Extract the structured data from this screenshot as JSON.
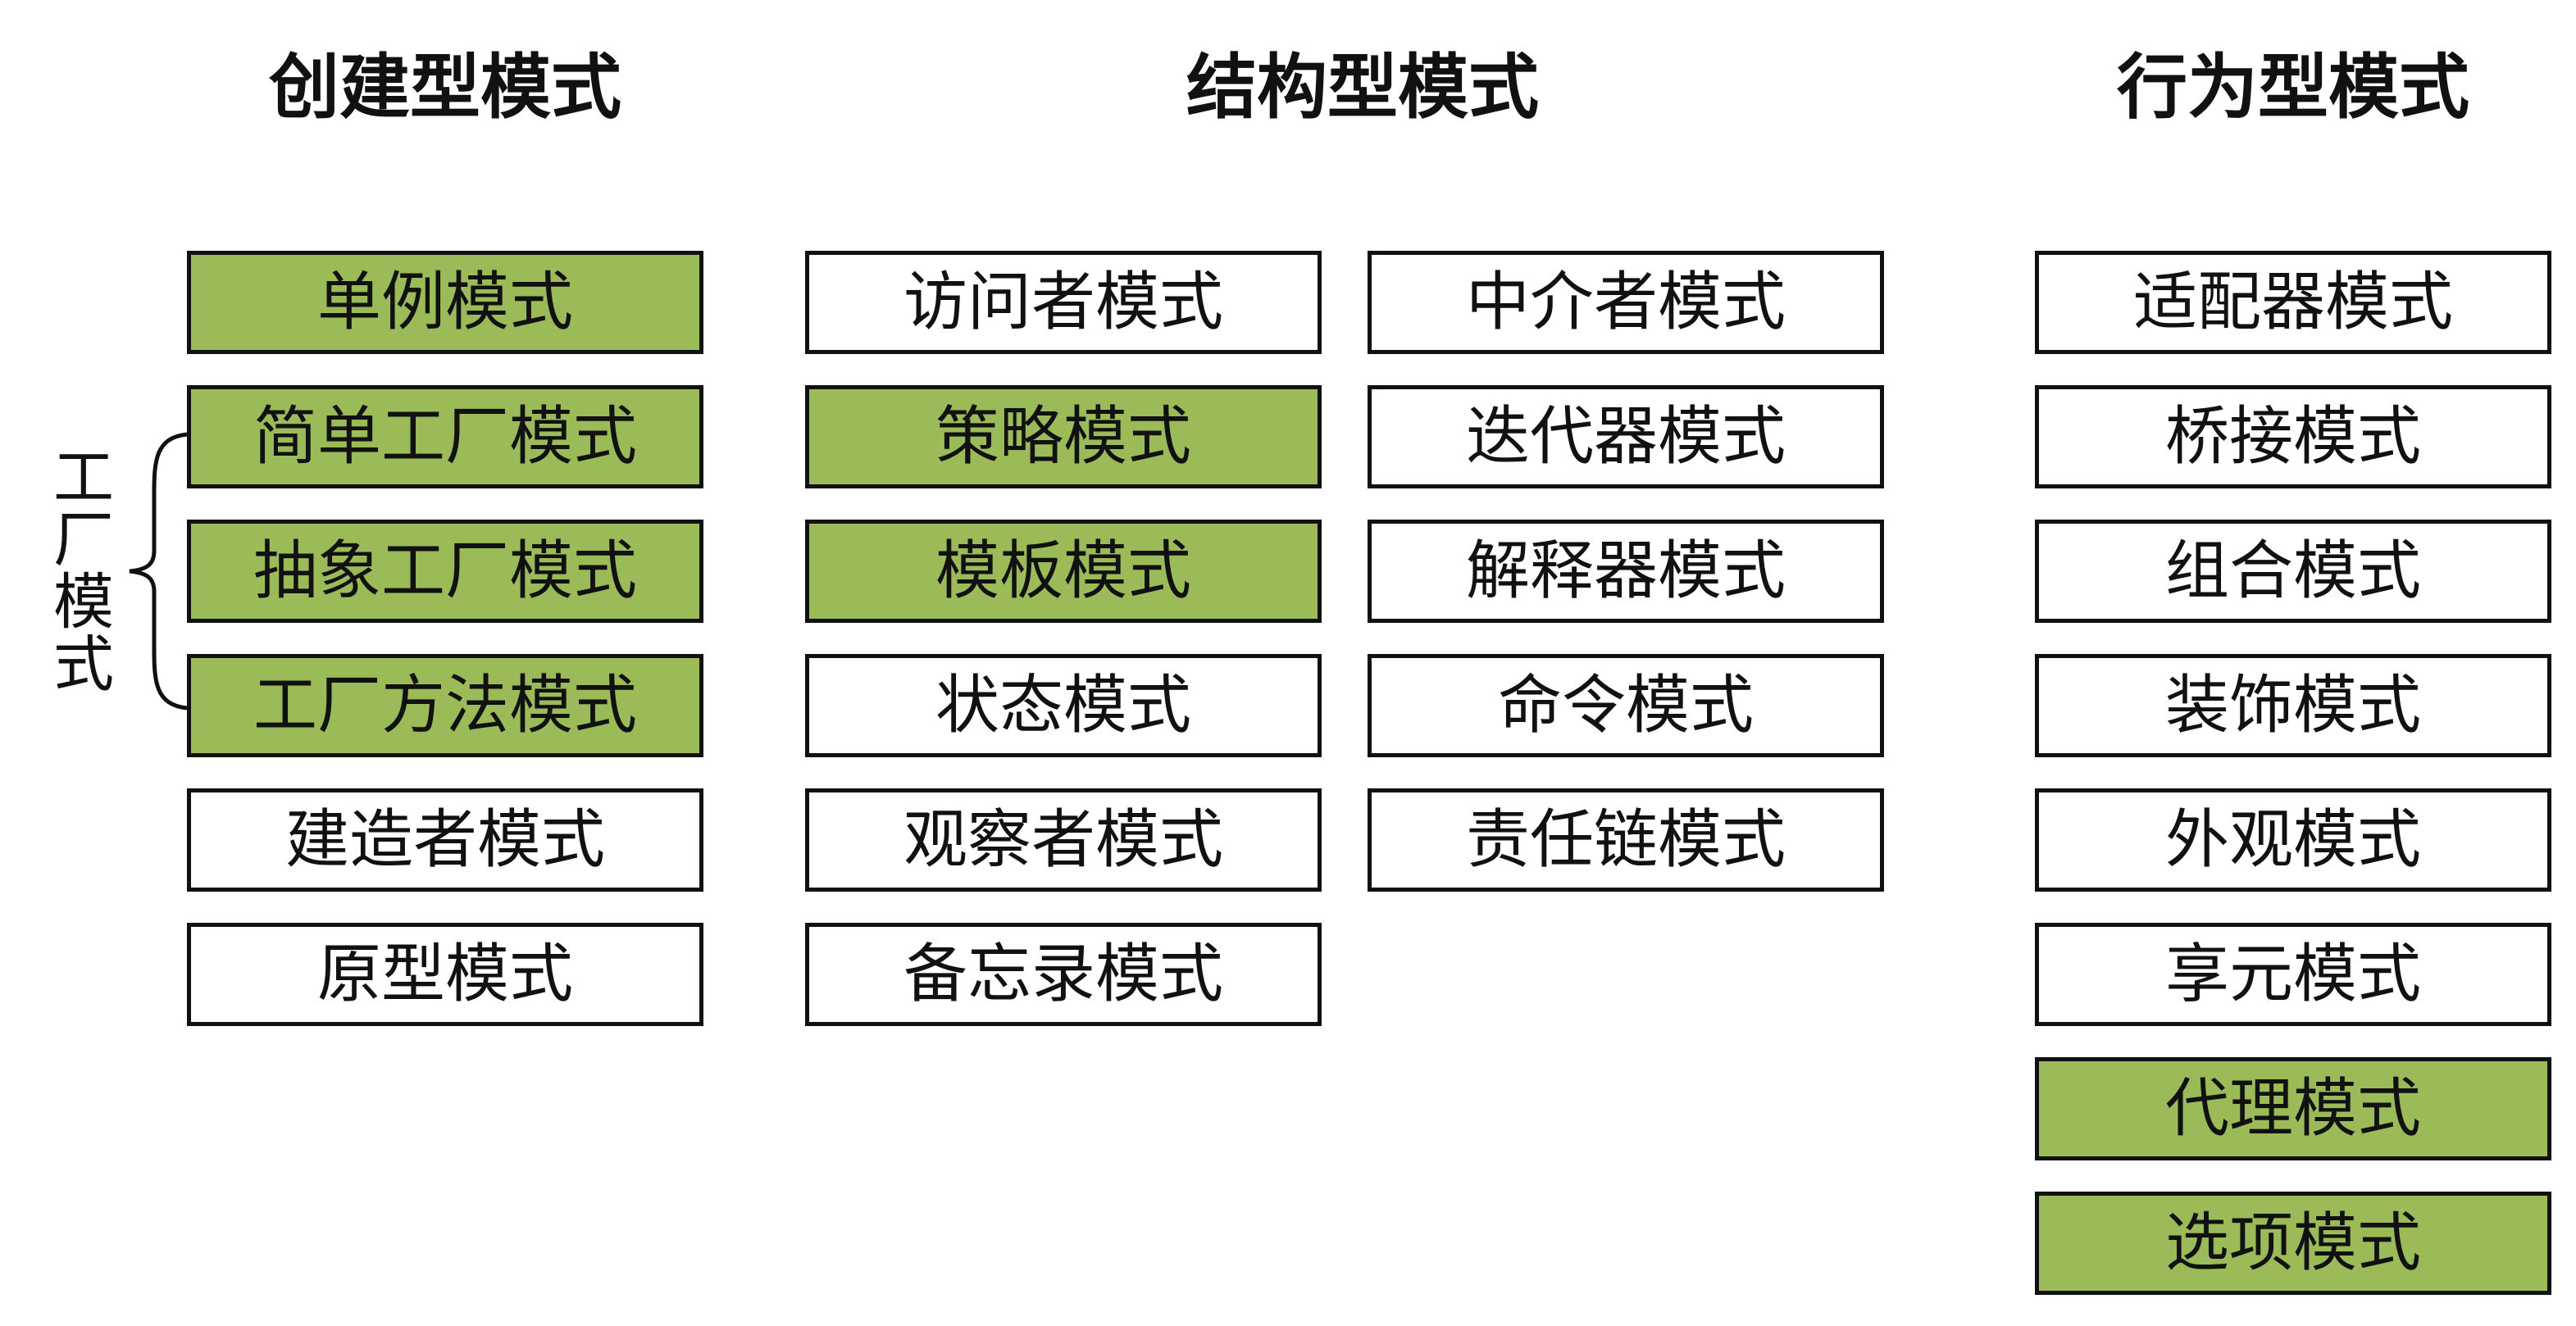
{
  "headings": {
    "creational": "创建型模式",
    "structural": "结构型模式",
    "behavioral": "行为型模式"
  },
  "factory_group_label": "工厂模式",
  "colors": {
    "highlight": "#9bbb59",
    "box": "#ffffff",
    "border": "#111111"
  },
  "columns": {
    "creational": [
      {
        "label": "单例模式",
        "highlighted": true
      },
      {
        "label": "简单工厂模式",
        "highlighted": true
      },
      {
        "label": "抽象工厂模式",
        "highlighted": true
      },
      {
        "label": "工厂方法模式",
        "highlighted": true
      },
      {
        "label": "建造者模式",
        "highlighted": false
      },
      {
        "label": "原型模式",
        "highlighted": false
      }
    ],
    "structural_left": [
      {
        "label": "访问者模式",
        "highlighted": false
      },
      {
        "label": "策略模式",
        "highlighted": true
      },
      {
        "label": "模板模式",
        "highlighted": true
      },
      {
        "label": "状态模式",
        "highlighted": false
      },
      {
        "label": "观察者模式",
        "highlighted": false
      },
      {
        "label": "备忘录模式",
        "highlighted": false
      }
    ],
    "structural_right": [
      {
        "label": "中介者模式",
        "highlighted": false
      },
      {
        "label": "迭代器模式",
        "highlighted": false
      },
      {
        "label": "解释器模式",
        "highlighted": false
      },
      {
        "label": "命令模式",
        "highlighted": false
      },
      {
        "label": "责任链模式",
        "highlighted": false
      }
    ],
    "behavioral": [
      {
        "label": "适配器模式",
        "highlighted": false
      },
      {
        "label": "桥接模式",
        "highlighted": false
      },
      {
        "label": "组合模式",
        "highlighted": false
      },
      {
        "label": "装饰模式",
        "highlighted": false
      },
      {
        "label": "外观模式",
        "highlighted": false
      },
      {
        "label": "享元模式",
        "highlighted": false
      },
      {
        "label": "代理模式",
        "highlighted": true
      },
      {
        "label": "选项模式",
        "highlighted": true
      }
    ]
  }
}
